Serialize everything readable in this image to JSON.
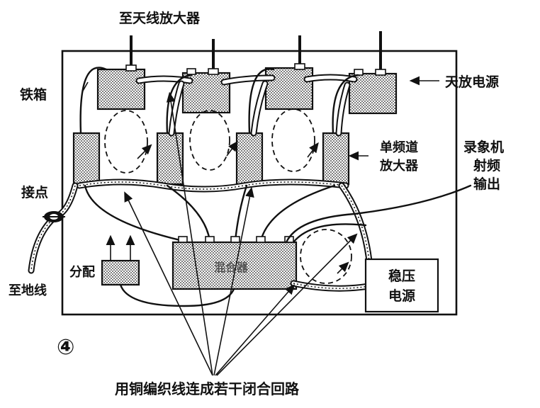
{
  "labels": {
    "top_title": "至天线放大器",
    "iron_box": "铁箱",
    "antenna_power": "天放电源",
    "contact": "接点",
    "single_channel_line1": "单频道",
    "single_channel_line2": "放大器",
    "vcr_line1": "录象机",
    "vcr_line2": "射频",
    "vcr_line3": "输出",
    "ground_wire": "至地线",
    "splitter": "分配",
    "mixer": "混合器",
    "regulator_line1": "稳压",
    "regulator_line2": "电源",
    "figure_number": "④",
    "bottom_caption": "用铜编织线连成若干闭合回路"
  }
}
